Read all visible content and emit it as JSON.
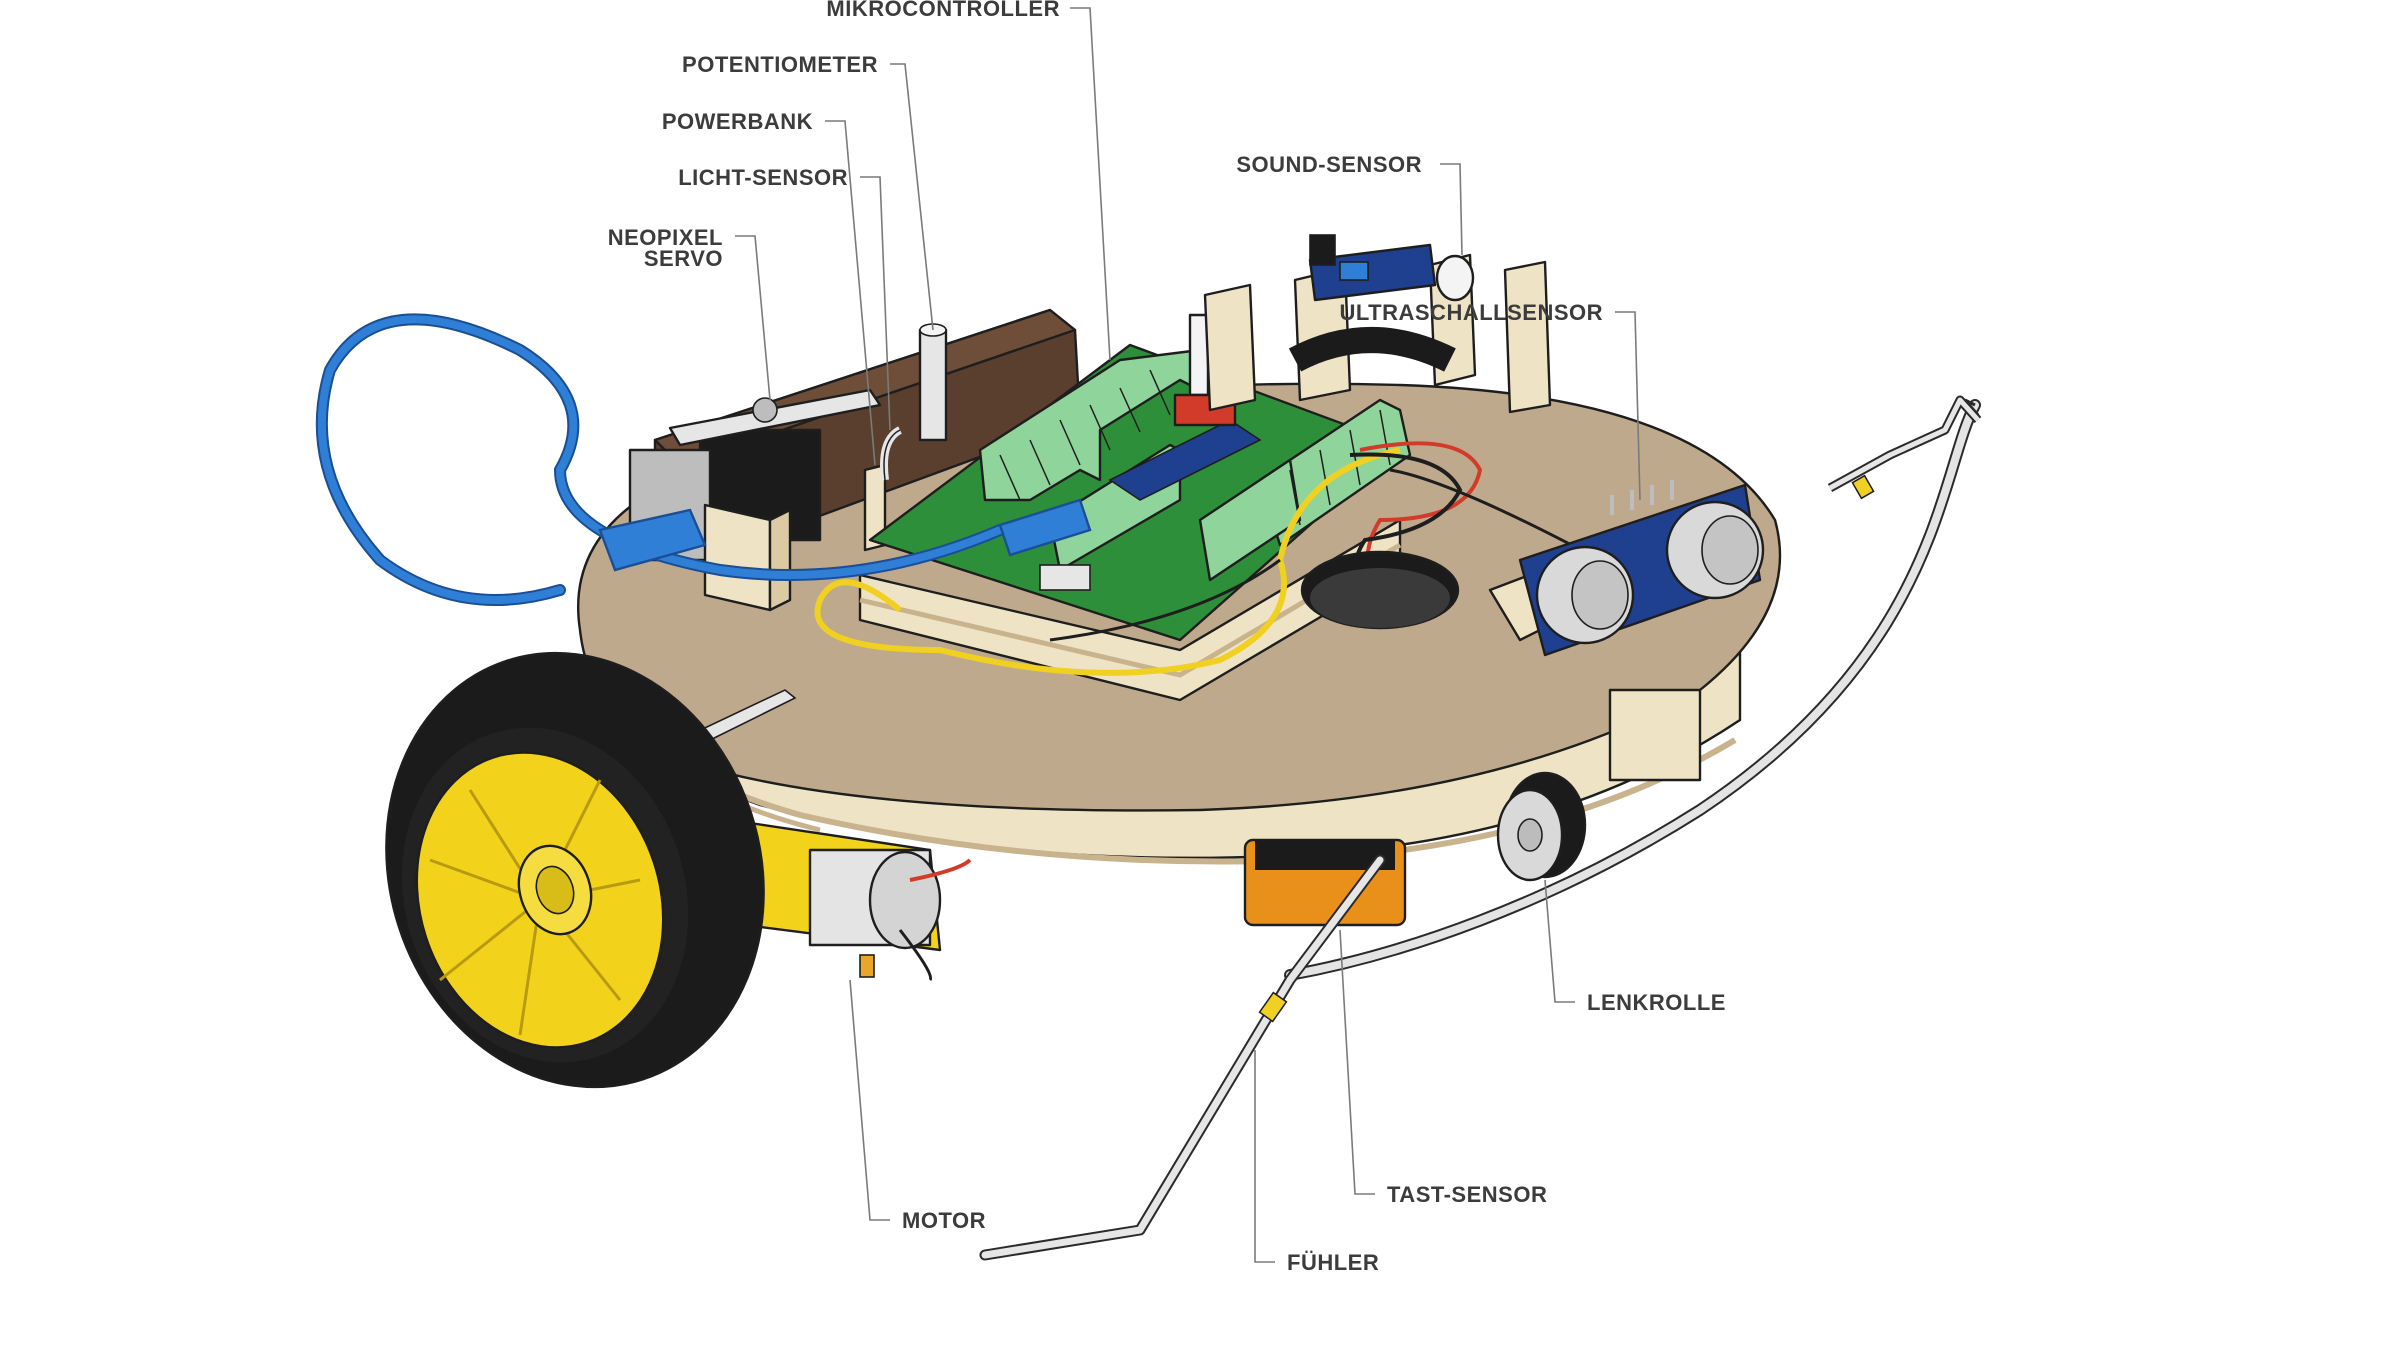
{
  "labels": {
    "mikrocontroller": "MIKROCONTROLLER",
    "potentiometer": "POTENTIOMETER",
    "powerbank": "POWERBANK",
    "licht_sensor": "LICHT-SENSOR",
    "neopixel": "NEOPIXEL",
    "servo": "SERVO",
    "sound_sensor": "SOUND-SENSOR",
    "ultraschallsensor": "ULTRASCHALLSENSOR",
    "lenkrolle": "LENKROLLE",
    "tast_sensor": "TAST-SENSOR",
    "motor": "MOTOR",
    "fuehler": "FÜHLER"
  },
  "colors": {
    "wood_top": "#bfa98c",
    "wood_edge": "#efe3c6",
    "wood_stripe": "#c8b38d",
    "pcb": "#2e8f3a",
    "terminal": "#8fd49a",
    "usb_cable": "#2f7fd6",
    "wheel_rim": "#f2d21a",
    "tyre": "#1b1b1b",
    "sensor_board": "#1f3f8f",
    "powerbank": "#5a3e2e",
    "wire_yellow": "#f0d020",
    "wire_red": "#d23a2a",
    "antenna": "#dcdcdc"
  }
}
